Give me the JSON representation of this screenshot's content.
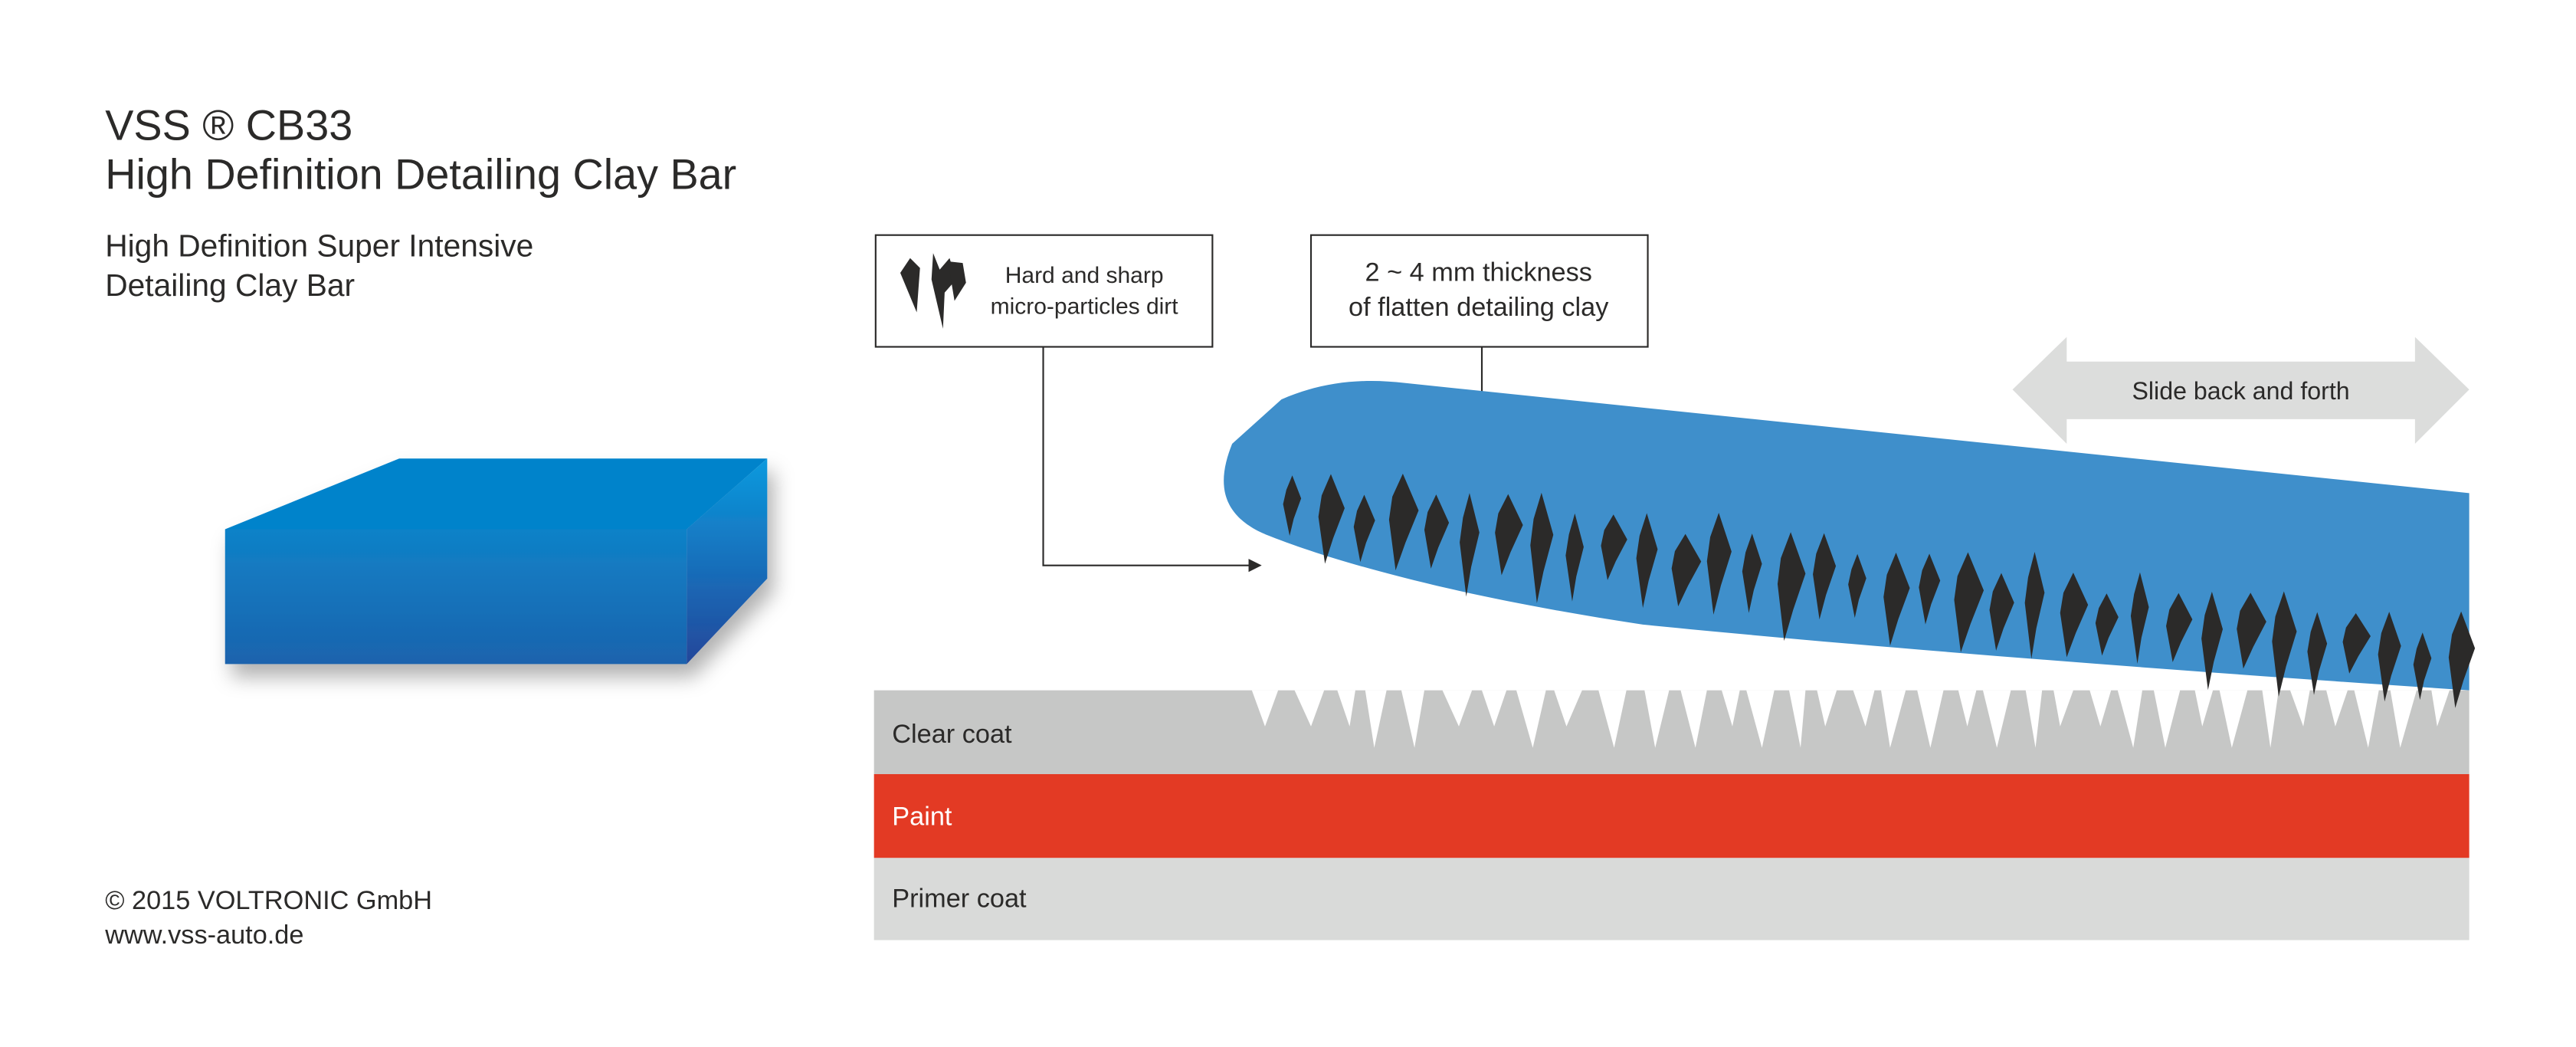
{
  "header": {
    "title_line1": "VSS ® CB33",
    "title_line2": "High Definition Detailing Clay Bar",
    "subtitle_line1": "High Definition Super Intensive",
    "subtitle_line2": "Detailing Clay Bar"
  },
  "footer": {
    "copyright": "© 2015 VOLTRONIC GmbH",
    "website": "www.vss-auto.de"
  },
  "callouts": {
    "dirt": {
      "line1": "Hard and sharp",
      "line2": "micro-particles dirt",
      "icon": "dirt-particle-icon"
    },
    "thickness": {
      "line1": "2 ~ 4 mm thickness",
      "line2": "of flatten detailing clay"
    }
  },
  "slide_arrow": {
    "label": "Slide back and forth"
  },
  "layers": [
    {
      "label": "Clear coat",
      "color": "#c6c7c6"
    },
    {
      "label": "Paint",
      "color": "#e33a24"
    },
    {
      "label": "Primer coat",
      "color": "#d9dad9"
    }
  ],
  "colors": {
    "clay": "#3f8fcb",
    "dirt": "#2b2a29",
    "arrow": "#dcdddc"
  }
}
